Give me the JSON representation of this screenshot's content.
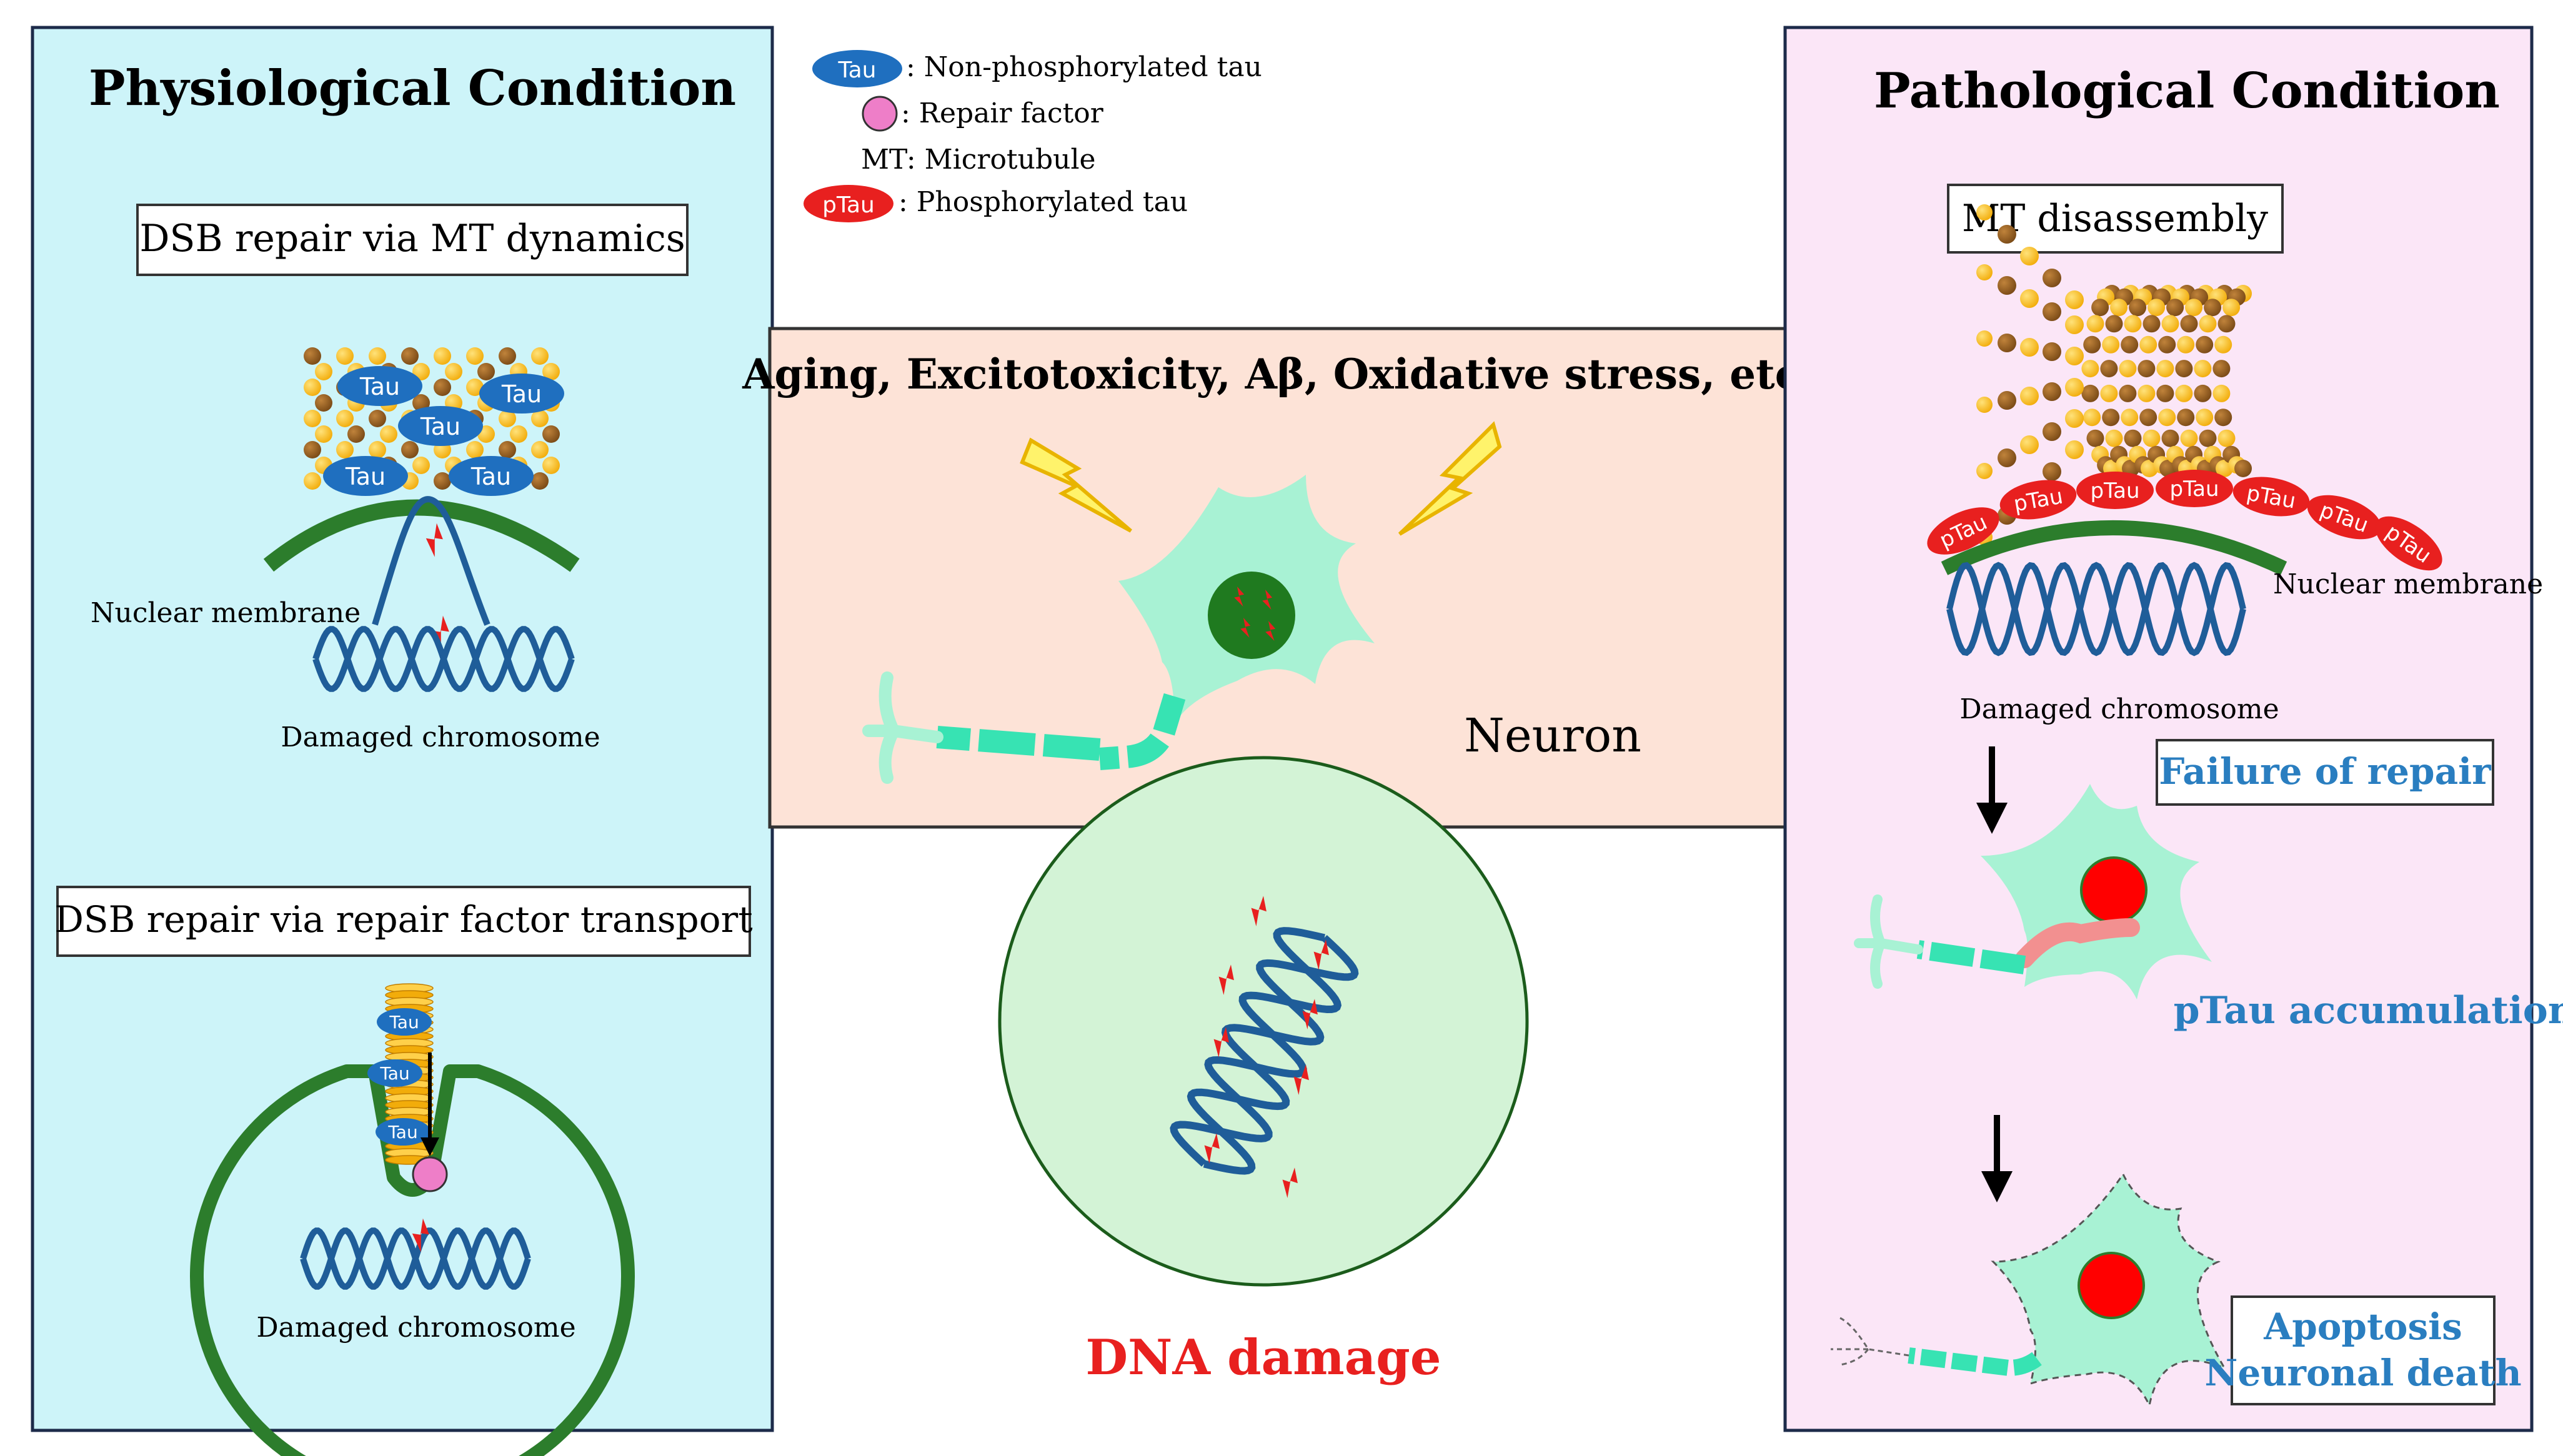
{
  "legend": {
    "tau_badge": "Tau",
    "tau_text": ": Non-phosphorylated tau",
    "repair_text": ": Repair factor",
    "mt_text": "MT: Microtubule",
    "ptau_badge": "pTau",
    "ptau_text": ": Phosphorylated tau"
  },
  "left": {
    "title": "Physiological Condition",
    "box1": "DSB repair via MT dynamics",
    "tau_labels": [
      "Tau",
      "Tau",
      "Tau",
      "Tau",
      "Tau"
    ],
    "nuclear_membrane": "Nuclear membrane",
    "damaged_chromosome_1": "Damaged chromosome",
    "box2": "DSB repair via repair factor transport",
    "tau_labels_2": [
      "Tau",
      "Tau",
      "Tau"
    ],
    "damaged_chromosome_2": "Damaged chromosome"
  },
  "center": {
    "stressors": "Aging, Excitotoxicity, Aβ, Oxidative stress, etc.",
    "neuron": "Neuron",
    "dna_damage": "DNA damage"
  },
  "right": {
    "title": "Pathological Condition",
    "box1": "MT disassembly",
    "ptau_labels": [
      "pTau",
      "pTau",
      "pTau",
      "pTau",
      "pTau",
      "pTau",
      "pTau"
    ],
    "nuclear_membrane": "Nuclear membrane",
    "damaged_chromosome": "Damaged chromosome",
    "failure": "Failure of repair",
    "ptau_accumulation": "pTau accumulation",
    "apoptosis_1": "Apoptosis",
    "apoptosis_2": "Neuronal death"
  },
  "colors": {
    "left_panel": "#cdf4f9",
    "right_panel": "#fbe6f7",
    "center_box": "#fde3d7",
    "tau_blue": "#1f6fbf",
    "ptau_red": "#e8201f",
    "dna_blue": "#1f5d99",
    "membrane_green": "#2c7d2c",
    "neuron_mint": "#a8f2d4",
    "label_blue": "#2a7ec0",
    "damage_red": "#e8201f"
  }
}
